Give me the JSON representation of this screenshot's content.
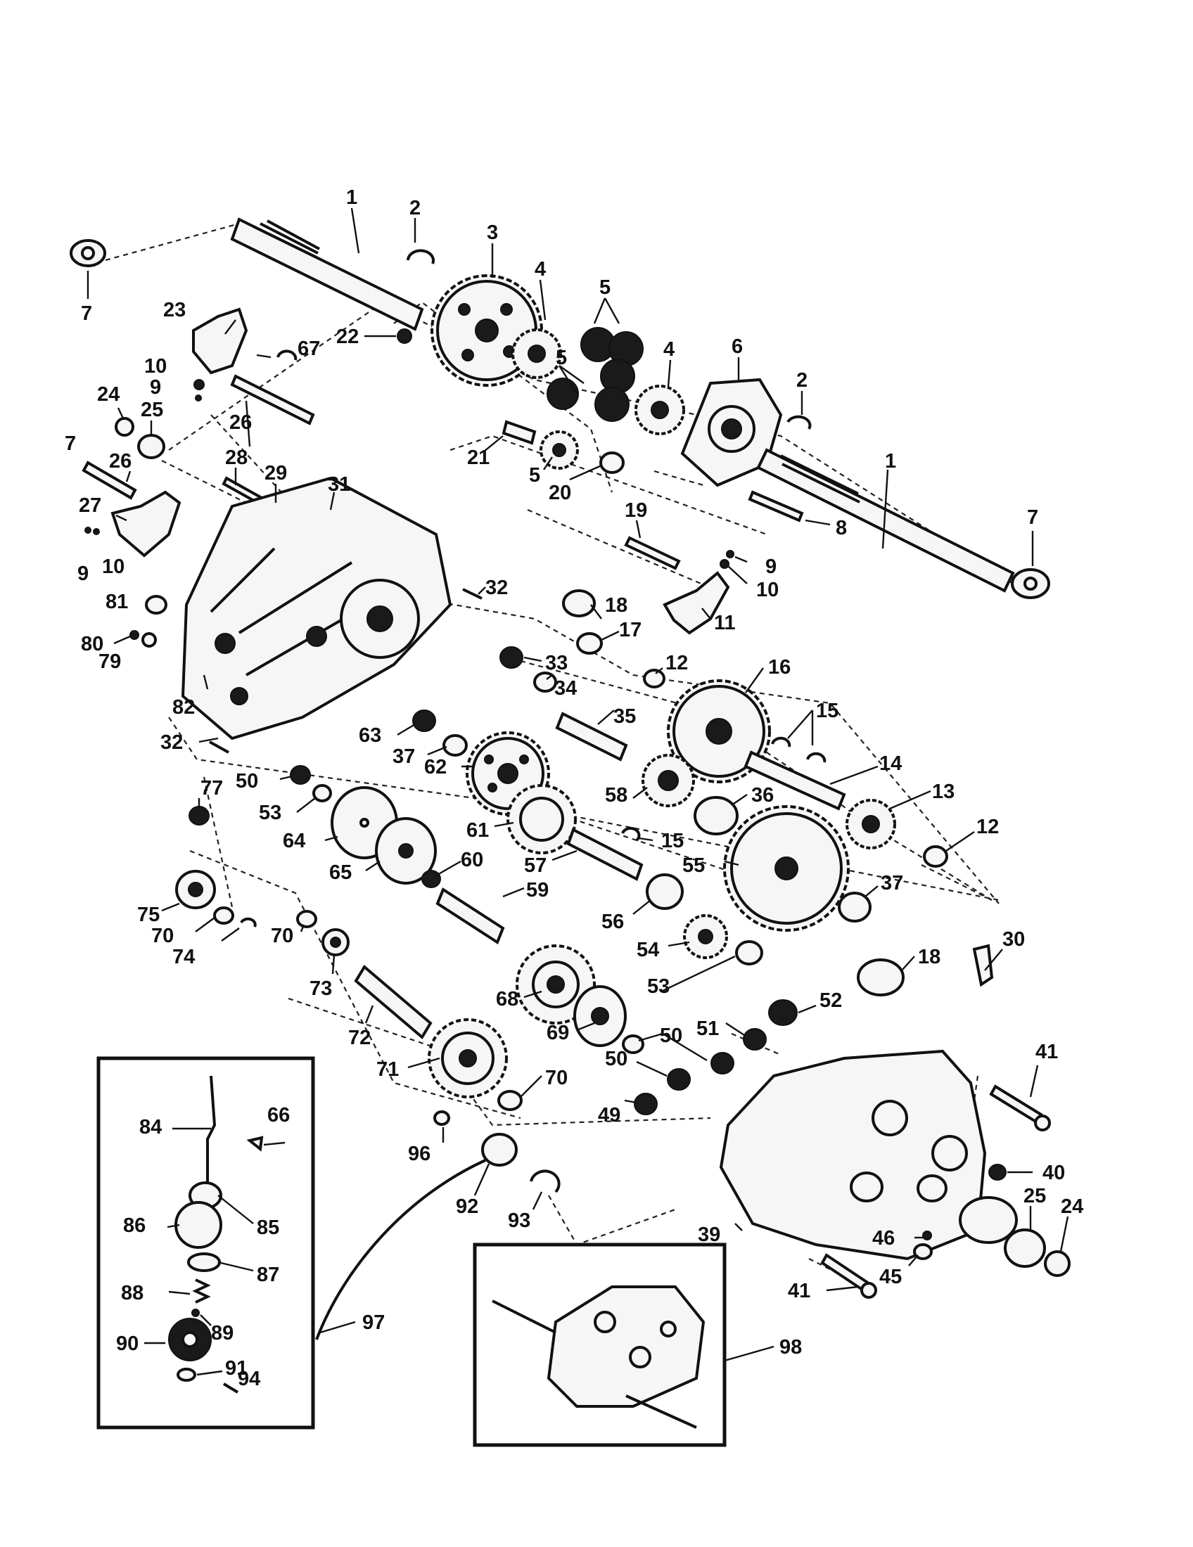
{
  "labels": {
    "p1a": "1",
    "p2a": "2",
    "p3": "3",
    "p4a": "4",
    "p5a": "5",
    "p22": "22",
    "p23": "23",
    "p67": "67",
    "p10a": "10",
    "p9a": "9",
    "p24a": "24",
    "p25a": "25",
    "p26a": "26",
    "p5b": "5",
    "p4b": "4",
    "p6": "6",
    "p2b": "2",
    "p21": "21",
    "p5c": "5",
    "p20": "20",
    "p7a": "7",
    "p7c": "7",
    "p26b": "26",
    "p28": "28",
    "p29": "29",
    "p31": "31",
    "p27": "27",
    "p10b": "10",
    "p9b": "9",
    "p1b": "1",
    "p8": "8",
    "p19": "19",
    "p9c": "9",
    "p10c": "10",
    "p7b": "7",
    "p81": "81",
    "p32a": "32",
    "p18a": "18",
    "p11": "11",
    "p80": "80",
    "p79": "79",
    "p17": "17",
    "p33": "33",
    "p34": "34",
    "p12a": "12",
    "p16": "16",
    "p82": "82",
    "p35": "35",
    "p15a": "15",
    "p32b": "32",
    "p63": "63",
    "p37a": "37",
    "p14": "14",
    "p77": "77",
    "p62": "62",
    "p13": "13",
    "p50a": "50",
    "p58": "58",
    "p36": "36",
    "p53a": "53",
    "p64": "64",
    "p61": "61",
    "p15b": "15",
    "p12b": "12",
    "p65": "65",
    "p60": "60",
    "p57": "57",
    "p55": "55",
    "p59": "59",
    "p37b": "37",
    "p75": "75",
    "p56": "56",
    "p70a": "70",
    "p74": "74",
    "p70b": "70",
    "p54": "54",
    "p30": "30",
    "p18b": "18",
    "p73": "73",
    "p53b": "53",
    "p68": "68",
    "p52": "52",
    "p72": "72",
    "p51": "51",
    "p69": "69",
    "p50b": "50",
    "p71": "71",
    "p50c": "50",
    "p70c": "70",
    "p41a": "41",
    "p84": "84",
    "p66": "66",
    "p49": "49",
    "p96": "96",
    "p40": "40",
    "p86": "86",
    "p85": "85",
    "p92": "92",
    "p93": "93",
    "p39": "39",
    "p25b": "25",
    "p24b": "24",
    "p87": "87",
    "p46": "46",
    "p45": "45",
    "p41b": "41",
    "p88": "88",
    "p97": "97",
    "p98": "98",
    "p89": "89",
    "p90": "90",
    "p91": "91",
    "p94": "94"
  }
}
